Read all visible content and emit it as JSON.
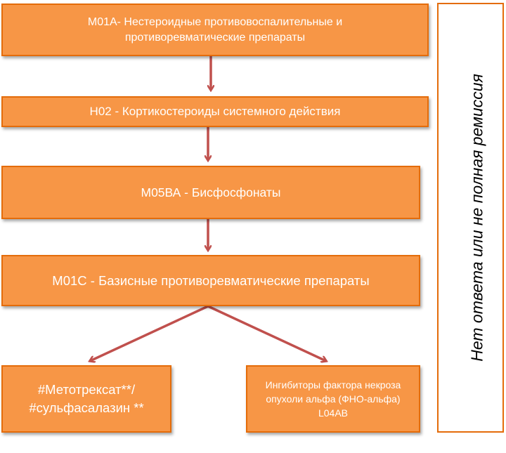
{
  "boxes": {
    "m01a": "М01А- Нестероидные противовоспалительные и противоревматические препараты",
    "h02": "Н02  - Кортикостероиды  системного действия",
    "m05ba": "М05ВА - Бисфосфонаты",
    "m01c": "М01С - Базисные противоревматические  препараты",
    "methotrexate": "#Метотрексат**/ #сульфасалазин **",
    "tnf_inhibitors": "Ингибиторы фактора некроза опухоли альфа (ФНО-альфа) L04AB"
  },
  "side_label": "Нет ответа или не полная ремиссия",
  "colors": {
    "box_fill": "#F79646",
    "box_border": "#E46C0A",
    "arrow": "#C0504D",
    "box_text": "#FFFFFF"
  }
}
